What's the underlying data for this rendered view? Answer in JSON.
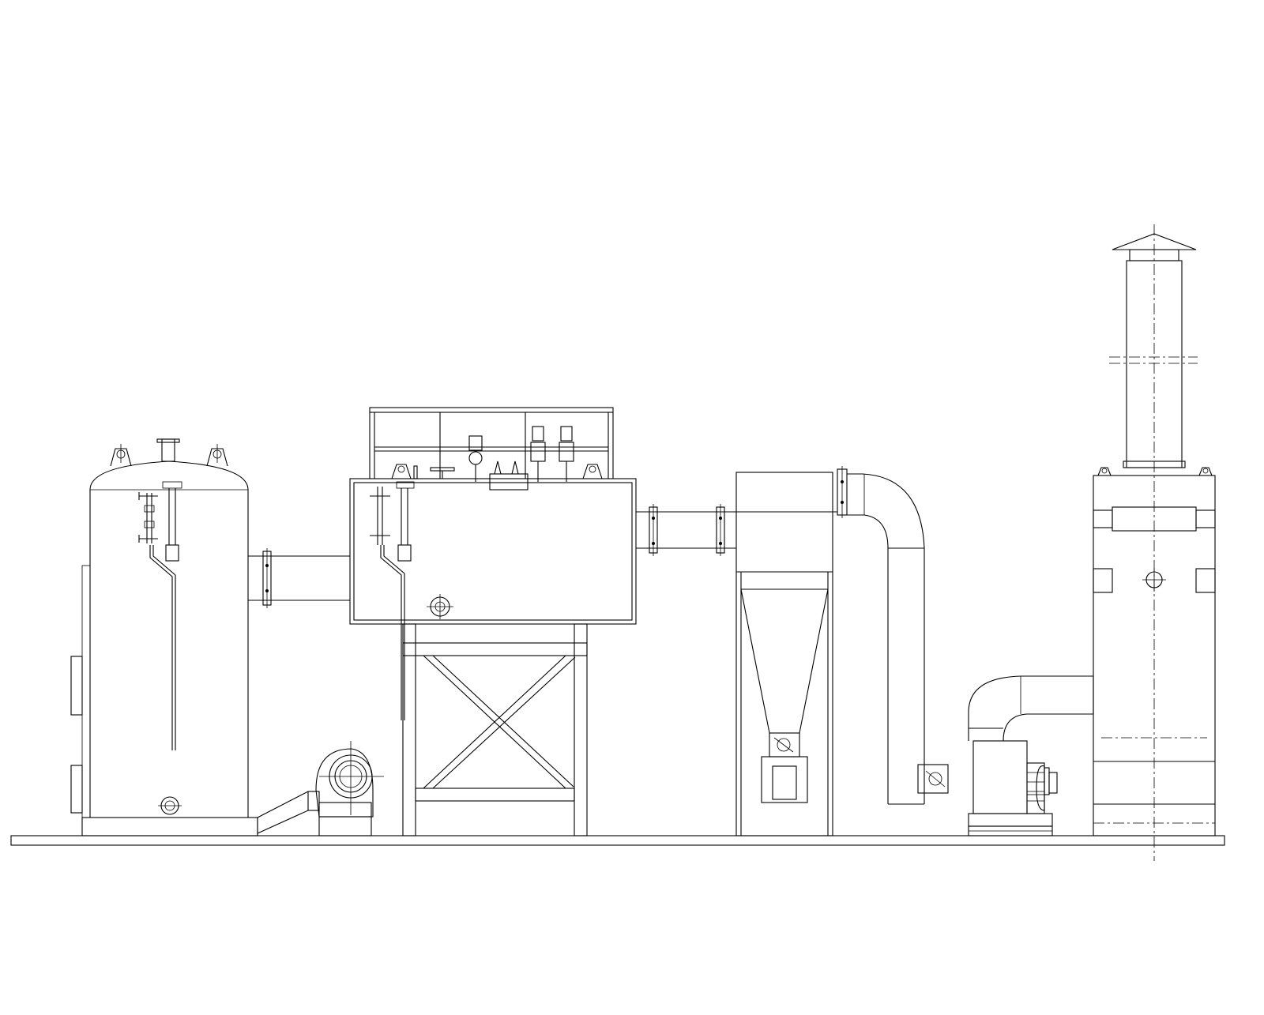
{
  "drawing": {
    "components": [
      {
        "id": "vertical-tank",
        "kind": "vertical vessel"
      },
      {
        "id": "horizontal-tank",
        "kind": "horizontal vessel on stand"
      },
      {
        "id": "cyclone",
        "kind": "cyclone separator"
      },
      {
        "id": "blower",
        "kind": "centrifugal fan"
      },
      {
        "id": "tower",
        "kind": "scrubber tower with stack"
      }
    ],
    "colors": {
      "line": "#000000",
      "background": "#ffffff",
      "accent": "#d00000"
    }
  }
}
